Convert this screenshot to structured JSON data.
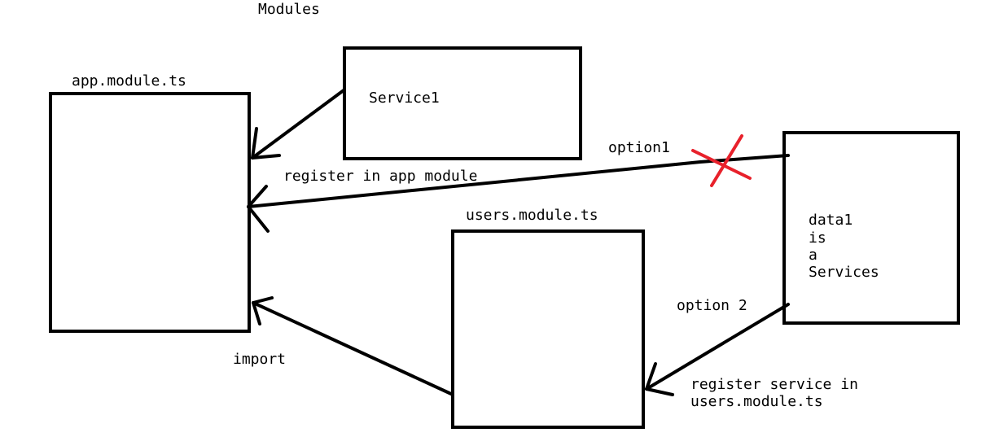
{
  "diagram": {
    "title": "Modules",
    "app_module": {
      "label": "app.module.ts"
    },
    "service1": {
      "label": "Service1"
    },
    "users_module": {
      "label": "users.module.ts"
    },
    "data1": {
      "lines": [
        "data1",
        "is",
        "a",
        "Services"
      ]
    },
    "edges": {
      "option1": {
        "label": "option1",
        "sublabel": "register in app module"
      },
      "import": {
        "label": "import"
      },
      "option2": {
        "label": "option 2",
        "sublabel_lines": [
          "register service in",
          "users.module.ts"
        ]
      }
    },
    "colors": {
      "ink": "#000000",
      "cross": "#e8212b",
      "background": "#ffffff"
    }
  }
}
